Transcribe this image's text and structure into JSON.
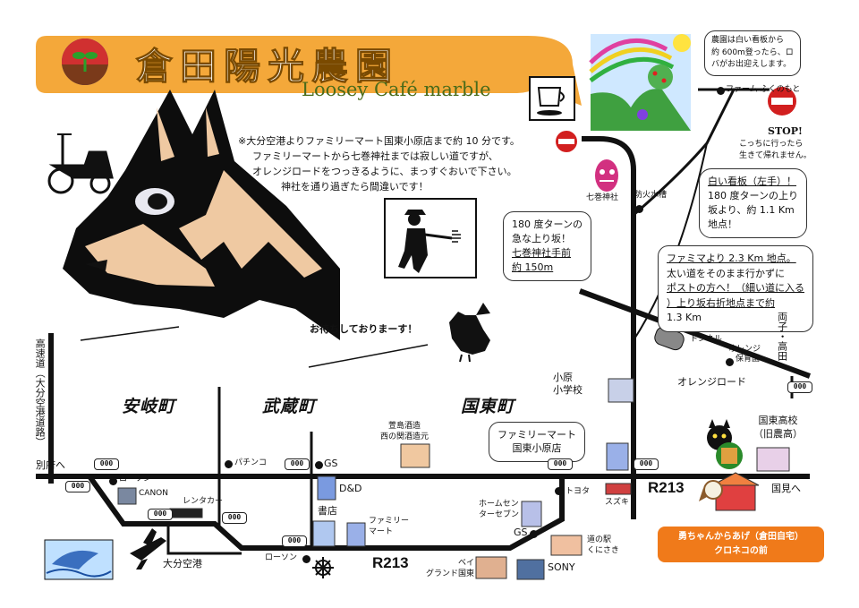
{
  "title": {
    "main": "倉田陽光農園",
    "sub": "Loosey Café marble"
  },
  "note": {
    "lines": [
      "※大分空港よりファミリーマート国東小原店まで約 10 分です。",
      "ファミリーマートから七巻神社までは寂しい道ですが、",
      "オレンジロードをつっきるように、まっすぐおいで下さい。",
      "神社を通り過ぎたら間違いです！"
    ]
  },
  "bubbles": {
    "top_right": [
      "農園は白い看板から",
      "約 600m登ったら、ロ",
      "バがお出迎えします。"
    ],
    "stop": {
      "sign": "STOP!",
      "lines": [
        "こっちに行ったら",
        "生きて帰れません。"
      ]
    },
    "white_sign": {
      "lines": [
        "白い看板（左手）！",
        "180 度ターンの上り",
        "坂より、約 1.1 Km",
        "地点！"
      ]
    },
    "slope": {
      "lines": [
        "180 度ターンの",
        "急な上り坂！"
      ],
      "underline": [
        "七巻神社手前",
        "約 150m"
      ]
    },
    "famima": {
      "lines": [
        "ファミマより 2.3 Km 地点。",
        "太い道をそのまま行かずに",
        "ポストの方へ！（細い道に入る",
        "）上り坂右折地点まで約",
        "1.3 Km"
      ]
    },
    "familymart": [
      "ファミリーマート",
      "国東小原店"
    ],
    "welcome": "お待ちしておりまーす！"
  },
  "districts": {
    "aki": "安岐町",
    "musashi": "武蔵町",
    "kunisaki": "国東町"
  },
  "routes": {
    "r213_left": "R213",
    "r213_right": "R213"
  },
  "roads": {
    "expressway": "高速道（大分空港道路）",
    "orange_road": "オレンジロード",
    "tunnel": "トンネル",
    "ryoshi": "両子・高田へ",
    "beppu": "別府へ",
    "kunimi": "国見へ"
  },
  "places": {
    "farm": "ファーム ふくのもと",
    "shrine": "七巻神社",
    "water_tank": "防火水槽",
    "orange_nursery": [
      "オレンジ",
      "保育園"
    ],
    "obara_school": [
      "小原",
      "小学校"
    ],
    "kunisaki_high": [
      "国東高校",
      "（旧農高）"
    ],
    "sake": [
      "萱島酒造",
      "西の関酒造元"
    ],
    "lawson1": "ローソン",
    "lawson2": "ローソン",
    "canon": "CANON",
    "rentacar": "レンタカー",
    "pachinko": "パチンコ",
    "gs1": "GS",
    "gs2": "GS",
    "dd": "D&D",
    "bookstore": "書店",
    "familymart2": [
      "ファミリー",
      "マート"
    ],
    "homecenter": [
      "ホームセン",
      "ターセブン"
    ],
    "toyota": "トヨタ",
    "suzuki": "スズキ",
    "michinoeki": [
      "道の駅",
      "くにさき"
    ],
    "sony": "SONY",
    "bay": [
      "ベイ",
      "グランド国東"
    ],
    "airport": "大分空港"
  },
  "signs": {
    "label": "000"
  },
  "orange_box": [
    "勇ちゃんからあげ（倉田自宅）",
    "クロネコの前"
  ],
  "colors": {
    "banner": "#f4a83a",
    "horse_tan": "#efc9a2",
    "road": "#111111",
    "stop_red": "#d21f1f"
  }
}
